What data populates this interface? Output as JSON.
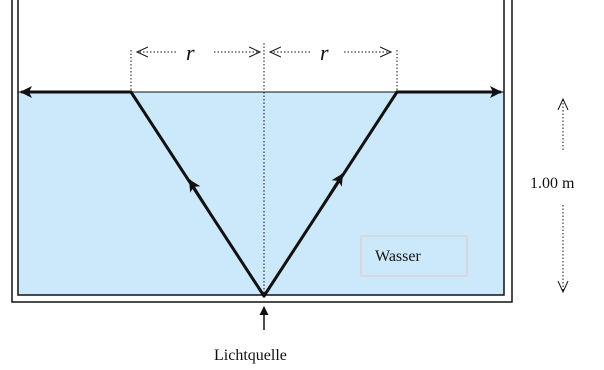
{
  "labels": {
    "r_left": "r",
    "r_right": "r",
    "depth": "1.00 m",
    "water": "Wasser",
    "source": "Lichtquelle"
  },
  "colors": {
    "water_fill": "#cce9fb",
    "line": "#111111",
    "water_box_border": "#e4c4c4"
  }
}
